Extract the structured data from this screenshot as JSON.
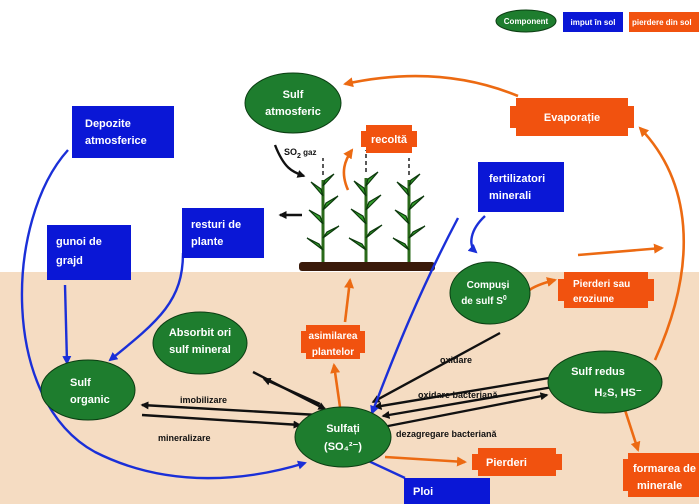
{
  "legend": {
    "component": "Component",
    "input": "imput în sol",
    "loss": "pierdere din sol"
  },
  "nodes": {
    "sulf_atmosferic": [
      "Sulf",
      "atmosferic"
    ],
    "depozite_atmosferice": [
      "Depozite",
      "atmosferice"
    ],
    "evaporatie": "Evaporație",
    "recolta": "recoltă",
    "so2_gaz": {
      "main": "SO",
      "sub": "2",
      "tail": " gaz"
    },
    "fertilizatori_minerali": [
      "fertilizatori",
      "minerali"
    ],
    "resturi_de_plante": [
      "resturi de",
      "plante"
    ],
    "gunoi_de_grajd": [
      "gunoi de",
      "grajd"
    ],
    "compusi_de_sulf": {
      "line1": "Compuși",
      "line2": "de sulf  S",
      "sup": "0"
    },
    "pierderi_sau_eroziune": [
      "Pierderi sau",
      "eroziune"
    ],
    "absorbit_ori_sulf_mineral": [
      "Absorbit ori",
      "sulf mineral"
    ],
    "asimilarea_plantelor": [
      "asimilarea",
      "plantelor"
    ],
    "sulf_organic": [
      "Sulf",
      "organic"
    ],
    "sulf_redus": {
      "line1": "Sulf redus",
      "line2": "H₂S, HS⁻"
    },
    "sulfati": {
      "line1": "Sulfați",
      "line2": "(SO₄²⁻)"
    },
    "pierderi": "Pierderi",
    "formarea_de_minerale": [
      "formarea de",
      "minerale"
    ],
    "ploi": "Ploi"
  },
  "edge_labels": {
    "imobilizare": "imobilizare",
    "mineralizare": "mineralizare",
    "oxidare": "oxidare",
    "oxidare_bacteriana": "oxidare bacteriană",
    "dezagregare_bacteriana": "dezagregare bacteriană"
  },
  "colors": {
    "component": "#1e7d2e",
    "input": "#0a17d6",
    "loss": "#f1520f",
    "soil": "#f5dcc2",
    "arrow_black": "#111111",
    "arrow_blue": "#1a2fd8",
    "arrow_orange": "#ec6a12"
  }
}
